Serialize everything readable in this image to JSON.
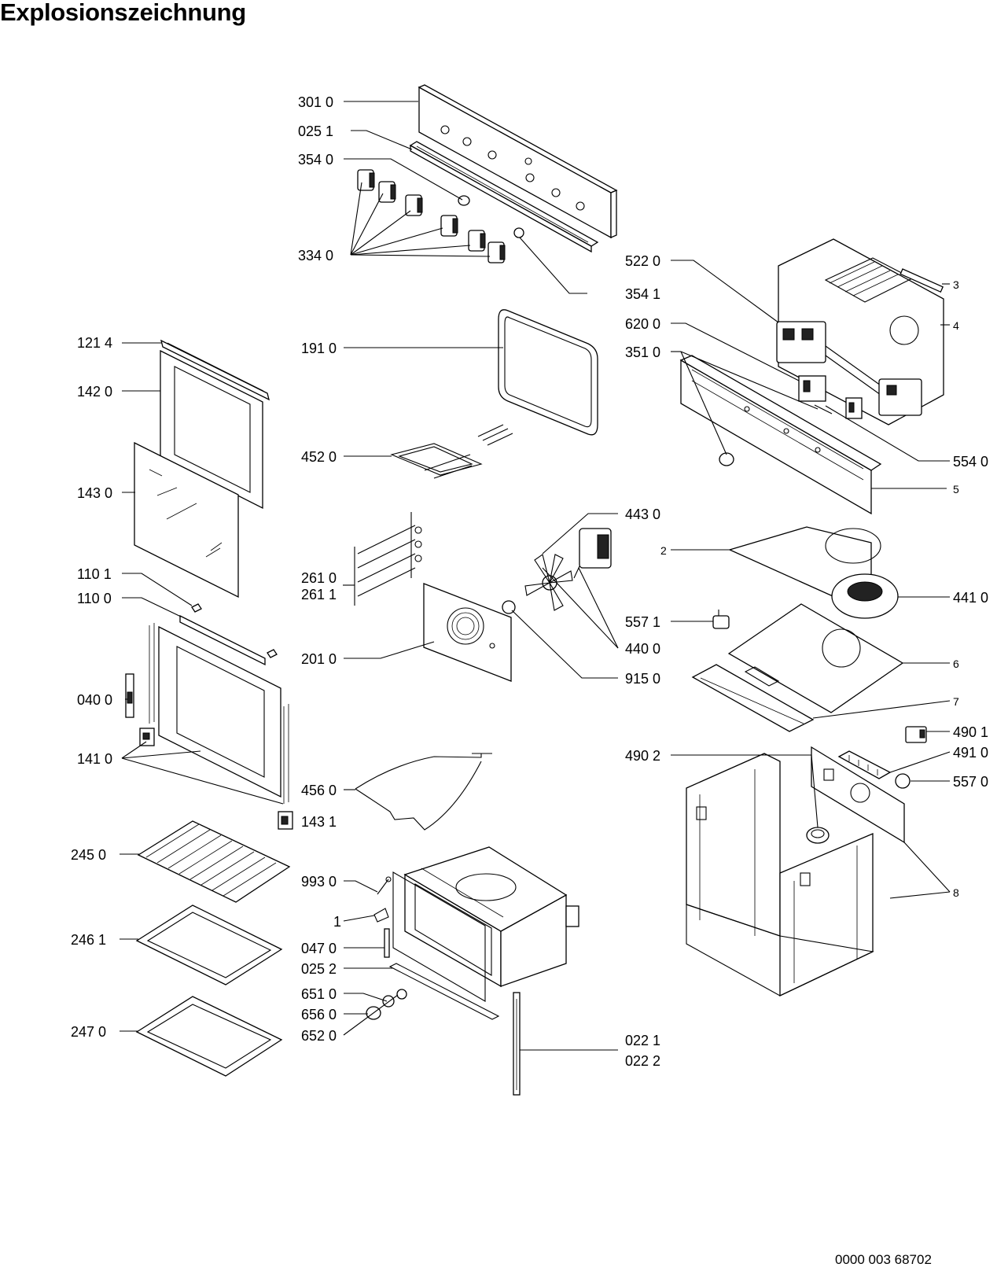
{
  "title": "Explosionszeichnung",
  "footer_code": "0000 003 68702",
  "callouts": {
    "p3010": "301 0",
    "p0251": "025 1",
    "p3540": "354 0",
    "p3340": "334 0",
    "p3541": "354 1",
    "p1214": "121 4",
    "p1420": "142 0",
    "p1430": "143 0",
    "p1101": "110 1",
    "p1100": "110 0",
    "p0400": "040 0",
    "p1410": "141 0",
    "p1431": "143 1",
    "p2450": "245 0",
    "p2461": "246 1",
    "p2470": "247 0",
    "p1910": "191 0",
    "p4520": "452 0",
    "p2610": "261 0",
    "p2611": "261 1",
    "p2010": "201 0",
    "p4560": "456 0",
    "p9930": "993 0",
    "p1": "1",
    "p0470": "047 0",
    "p0252": "025 2",
    "p6510": "651 0",
    "p6560": "656 0",
    "p6520": "652 0",
    "p0221": "022 1",
    "p0222": "022 2",
    "p4430": "443 0",
    "p4400": "440 0",
    "p9150": "915 0",
    "p5220": "522 0",
    "p6200": "620 0",
    "p3510": "351 0",
    "p5540": "554 0",
    "p5": "5",
    "p3": "3",
    "p4": "4",
    "p2": "2",
    "p4410": "441 0",
    "p5571": "557 1",
    "p6": "6",
    "p7": "7",
    "p4902": "490 2",
    "p4901": "490 1",
    "p4910": "491 0",
    "p5570": "557 0",
    "p8": "8"
  }
}
